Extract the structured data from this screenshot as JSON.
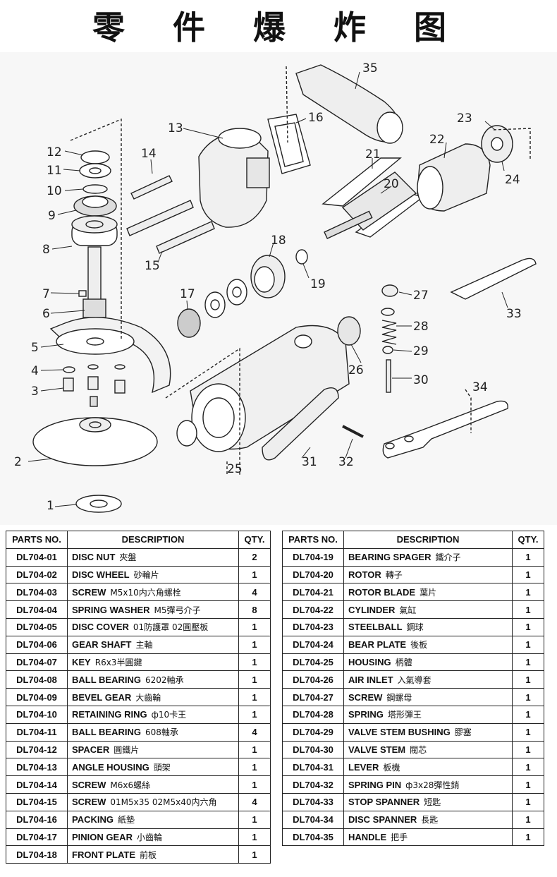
{
  "title": "零 件 爆 炸 图",
  "callouts": [
    "1",
    "2",
    "3",
    "4",
    "5",
    "6",
    "7",
    "8",
    "9",
    "10",
    "11",
    "12",
    "13",
    "14",
    "15",
    "16",
    "17",
    "18",
    "19",
    "20",
    "21",
    "22",
    "23",
    "24",
    "25",
    "26",
    "27",
    "28",
    "29",
    "30",
    "31",
    "32",
    "33",
    "34",
    "35"
  ],
  "table_headers": {
    "parts_no": "PARTS NO.",
    "description": "DESCRIPTION",
    "qty": "QTY."
  },
  "parts_left": [
    {
      "no": "DL704-01",
      "en": "DISC NUT",
      "cn": "夾盤",
      "qty": "2"
    },
    {
      "no": "DL704-02",
      "en": "DISC WHEEL",
      "cn": "砂輪片",
      "qty": "1"
    },
    {
      "no": "DL704-03",
      "en": "SCREW",
      "cn": "M5x10内六角螺栓",
      "qty": "4"
    },
    {
      "no": "DL704-04",
      "en": "SPRING WASHER",
      "cn": "M5彈弓介子",
      "qty": "8"
    },
    {
      "no": "DL704-05",
      "en": "DISC COVER",
      "cn": "01防護罩 02圓壓板",
      "qty": "1"
    },
    {
      "no": "DL704-06",
      "en": "GEAR SHAFT",
      "cn": "主軸",
      "qty": "1"
    },
    {
      "no": "DL704-07",
      "en": "KEY",
      "cn": "R6x3半圓鍵",
      "qty": "1"
    },
    {
      "no": "DL704-08",
      "en": "BALL BEARING",
      "cn": "6202軸承",
      "qty": "1"
    },
    {
      "no": "DL704-09",
      "en": "BEVEL GEAR",
      "cn": "大齒輪",
      "qty": "1"
    },
    {
      "no": "DL704-10",
      "en": "RETAINING RING",
      "cn": "ф10卡王",
      "qty": "1"
    },
    {
      "no": "DL704-11",
      "en": "BALL BEARING",
      "cn": "608軸承",
      "qty": "4"
    },
    {
      "no": "DL704-12",
      "en": "SPACER",
      "cn": "圓鐵片",
      "qty": "1"
    },
    {
      "no": "DL704-13",
      "en": "ANGLE HOUSING",
      "cn": "頭架",
      "qty": "1"
    },
    {
      "no": "DL704-14",
      "en": "SCREW",
      "cn": "M6x6螺絲",
      "qty": "1"
    },
    {
      "no": "DL704-15",
      "en": "SCREW",
      "cn": "01M5x35 02M5x40内六角",
      "qty": "4"
    },
    {
      "no": "DL704-16",
      "en": "PACKING",
      "cn": "紙墊",
      "qty": "1"
    },
    {
      "no": "DL704-17",
      "en": "PINION GEAR",
      "cn": "小齒輪",
      "qty": "1"
    },
    {
      "no": "DL704-18",
      "en": "FRONT PLATE",
      "cn": "前板",
      "qty": "1"
    }
  ],
  "parts_right": [
    {
      "no": "DL704-19",
      "en": "BEARING SPAGER",
      "cn": "鐵介子",
      "qty": "1"
    },
    {
      "no": "DL704-20",
      "en": "ROTOR",
      "cn": "轉子",
      "qty": "1"
    },
    {
      "no": "DL704-21",
      "en": "ROTOR BLADE",
      "cn": "葉片",
      "qty": "1"
    },
    {
      "no": "DL704-22",
      "en": "CYLINDER",
      "cn": "氣缸",
      "qty": "1"
    },
    {
      "no": "DL704-23",
      "en": "STEELBALL",
      "cn": "鋼球",
      "qty": "1"
    },
    {
      "no": "DL704-24",
      "en": "BEAR PLATE",
      "cn": "後板",
      "qty": "1"
    },
    {
      "no": "DL704-25",
      "en": "HOUSING",
      "cn": "柄體",
      "qty": "1"
    },
    {
      "no": "DL704-26",
      "en": "AIR INLET",
      "cn": "入氣導套",
      "qty": "1"
    },
    {
      "no": "DL704-27",
      "en": "SCREW",
      "cn": "鋼螺母",
      "qty": "1"
    },
    {
      "no": "DL704-28",
      "en": "SPRING",
      "cn": "塔形彈王",
      "qty": "1"
    },
    {
      "no": "DL704-29",
      "en": "VALVE STEM BUSHING",
      "cn": "膠塞",
      "qty": "1"
    },
    {
      "no": "DL704-30",
      "en": "VALVE STEM",
      "cn": "閥芯",
      "qty": "1"
    },
    {
      "no": "DL704-31",
      "en": "LEVER",
      "cn": "板機",
      "qty": "1"
    },
    {
      "no": "DL704-32",
      "en": "SPRING PIN",
      "cn": "ф3x28彈性銷",
      "qty": "1"
    },
    {
      "no": "DL704-33",
      "en": "STOP SPANNER",
      "cn": "短匙",
      "qty": "1"
    },
    {
      "no": "DL704-34",
      "en": "DISC SPANNER",
      "cn": "長匙",
      "qty": "1"
    },
    {
      "no": "DL704-35",
      "en": "HANDLE",
      "cn": "把手",
      "qty": "1"
    }
  ]
}
